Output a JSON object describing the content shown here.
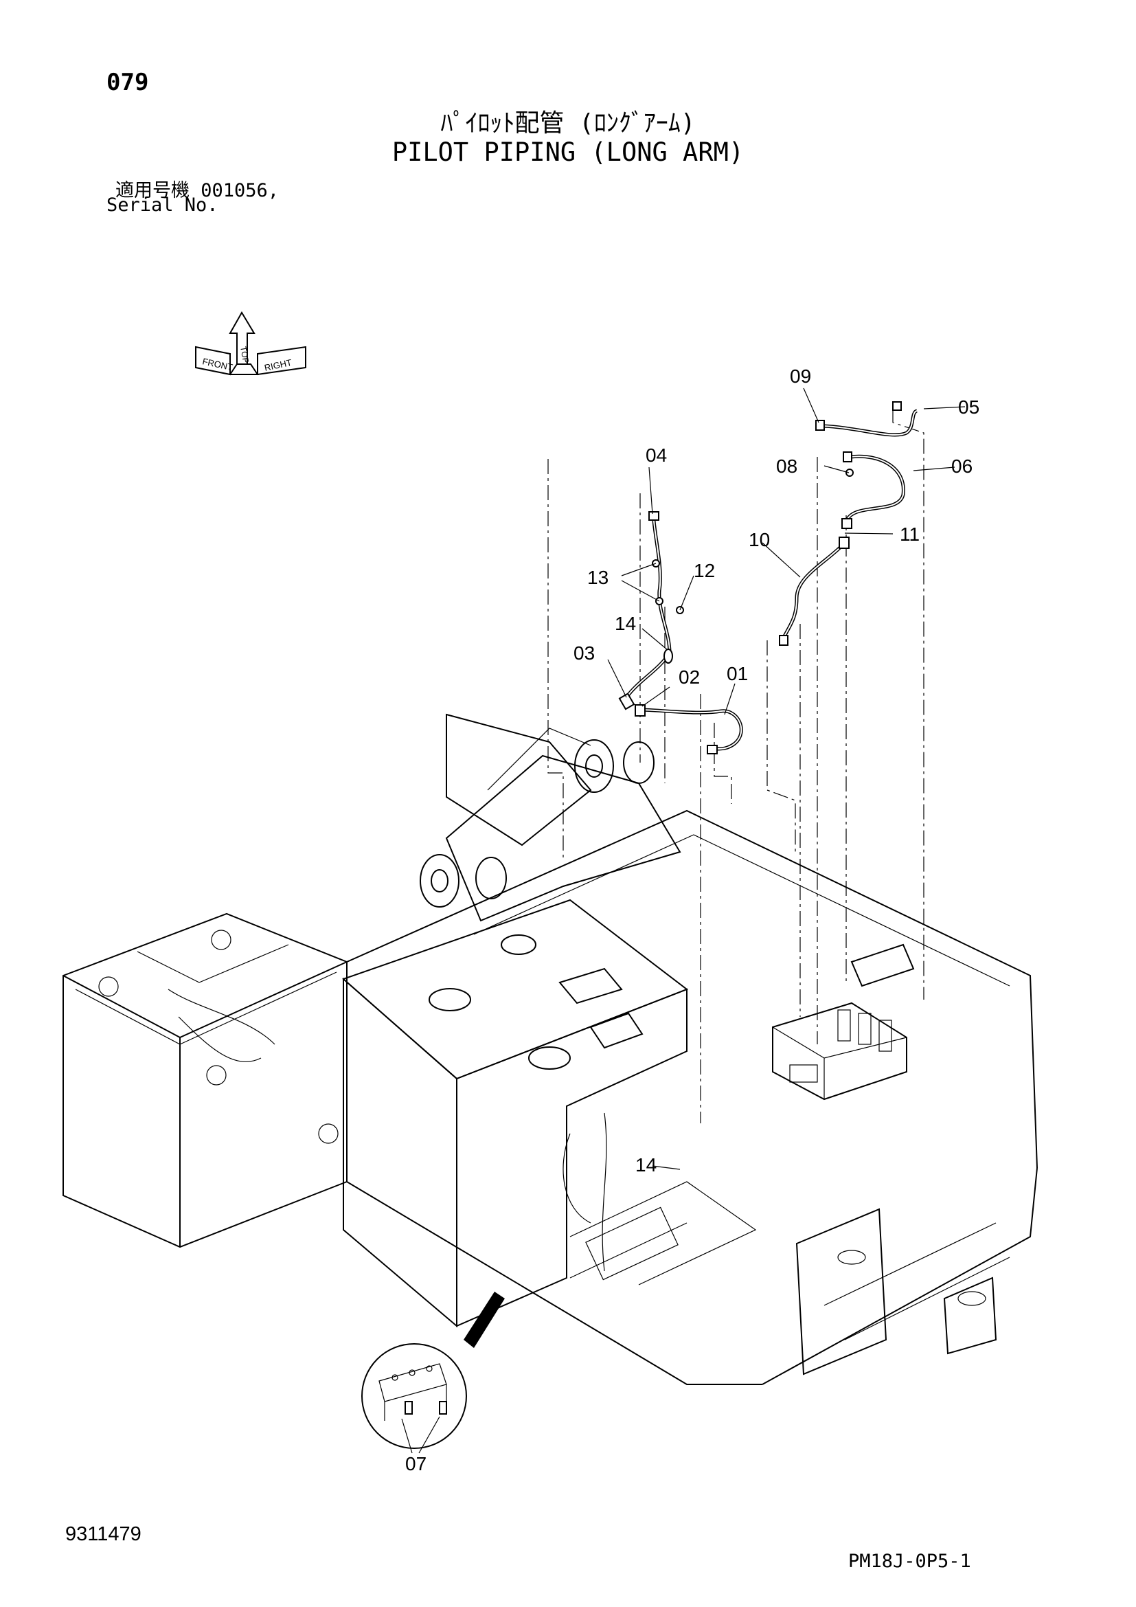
{
  "header": {
    "page_number": "079",
    "title_jp": "ﾊﾟｲﾛｯﾄ配管 (ﾛﾝｸﾞｱｰﾑ)",
    "title_en": "PILOT PIPING (LONG ARM)",
    "serial_label_jp": "適用号機  001056,",
    "serial_label_en": "Serial No."
  },
  "orientation": {
    "front": "FRONT",
    "top": "TOP",
    "right": "RIGHT"
  },
  "callouts": {
    "c01": "01",
    "c02": "02",
    "c03": "03",
    "c04": "04",
    "c05": "05",
    "c06": "06",
    "c07": "07",
    "c08": "08",
    "c09": "09",
    "c10": "10",
    "c11": "11",
    "c12": "12",
    "c13": "13",
    "c14a": "14",
    "c14b": "14"
  },
  "footer": {
    "document_id": "9311479",
    "drawing_code": "PM18J-0P5-1"
  }
}
